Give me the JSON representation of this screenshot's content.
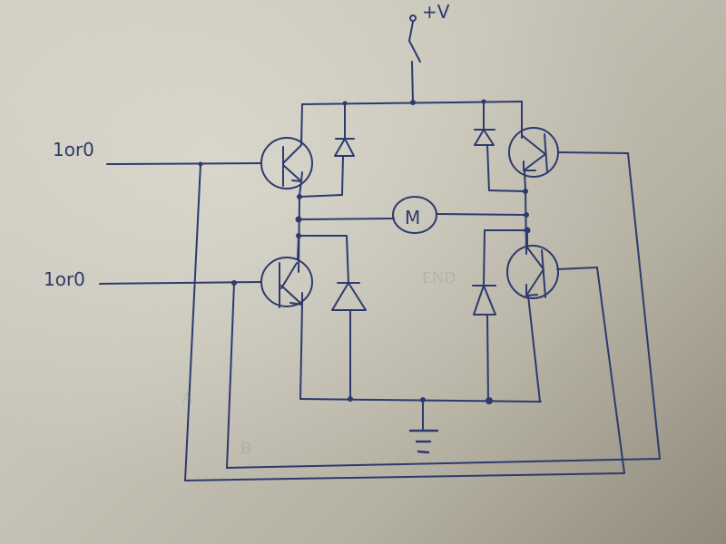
{
  "diagram": {
    "title": "Hand-drawn H-bridge motor driver",
    "supply_label": "+V",
    "motor_label": "M",
    "inputs": [
      {
        "id": "input-top",
        "label": "1or0"
      },
      {
        "id": "input-bottom",
        "label": "1or0"
      }
    ],
    "components": {
      "transistors": [
        "top-left",
        "top-right",
        "bottom-left",
        "bottom-right"
      ],
      "diodes": [
        "top-left",
        "top-right",
        "bottom-left",
        "bottom-right"
      ],
      "switch": "supply-switch",
      "ground": "ground-symbol"
    },
    "ink_color": "#2e3a6e",
    "background_ghost_text": [
      "END",
      "A",
      "B"
    ]
  }
}
